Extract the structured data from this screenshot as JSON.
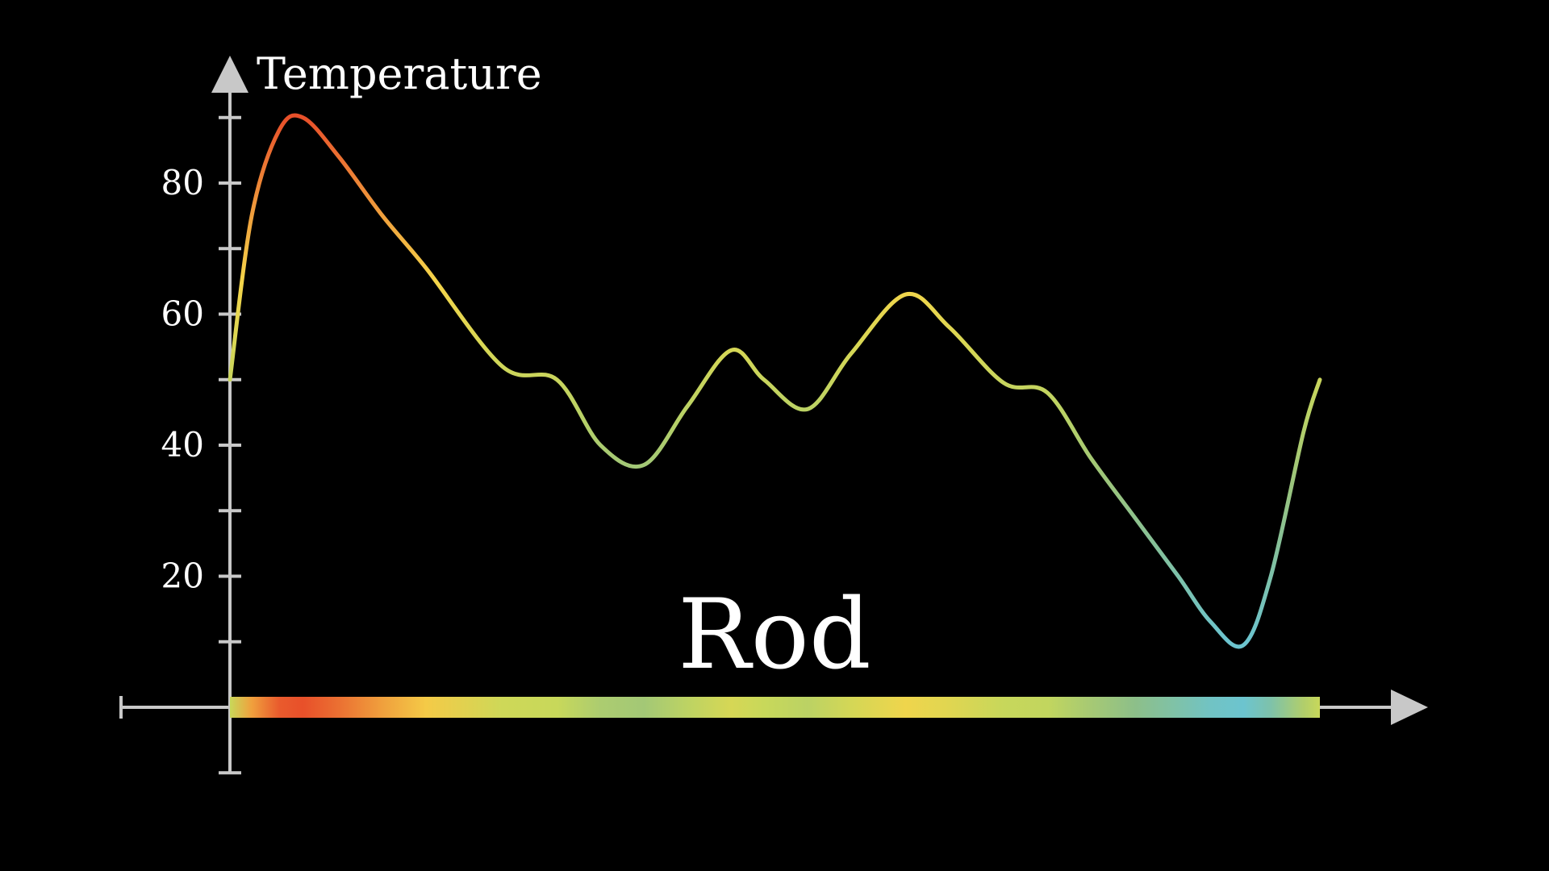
{
  "chart_data": {
    "type": "line",
    "ylabel": "Temperature",
    "rod_label": "Rod",
    "ylim": [
      -10,
      90
    ],
    "y_ticks": [
      10,
      20,
      30,
      40,
      50,
      60,
      70,
      80,
      90
    ],
    "y_tick_labels": [
      "80",
      "60",
      "40",
      "20"
    ],
    "y_tick_label_values": [
      80,
      60,
      40,
      20
    ],
    "xlim": [
      0,
      1
    ],
    "grid": false,
    "series": [
      {
        "x": [
          0,
          0.02,
          0.045,
          0.067,
          0.1,
          0.14,
          0.18,
          0.25,
          0.3,
          0.34,
          0.38,
          0.42,
          0.46,
          0.49,
          0.53,
          0.57,
          0.62,
          0.66,
          0.71,
          0.75,
          0.79,
          0.83,
          0.87,
          0.9,
          0.93,
          0.955,
          0.985,
          1.0
        ],
        "y": [
          50,
          75,
          88,
          90,
          84,
          75,
          67,
          52,
          50,
          40,
          37,
          46,
          54.5,
          50,
          45.5,
          54,
          63,
          58,
          49.5,
          48,
          38,
          29,
          20,
          13,
          9.5,
          20,
          42,
          50
        ]
      }
    ],
    "rod_temperatures_note": "",
    "colors": {
      "axis": "#c8c8c8",
      "background": "#000000",
      "hot": "#e8502a",
      "warm": "#f5d54a",
      "mid": "#c8d85a",
      "cool": "#8fbf85",
      "cold": "#6cc4cf"
    }
  }
}
